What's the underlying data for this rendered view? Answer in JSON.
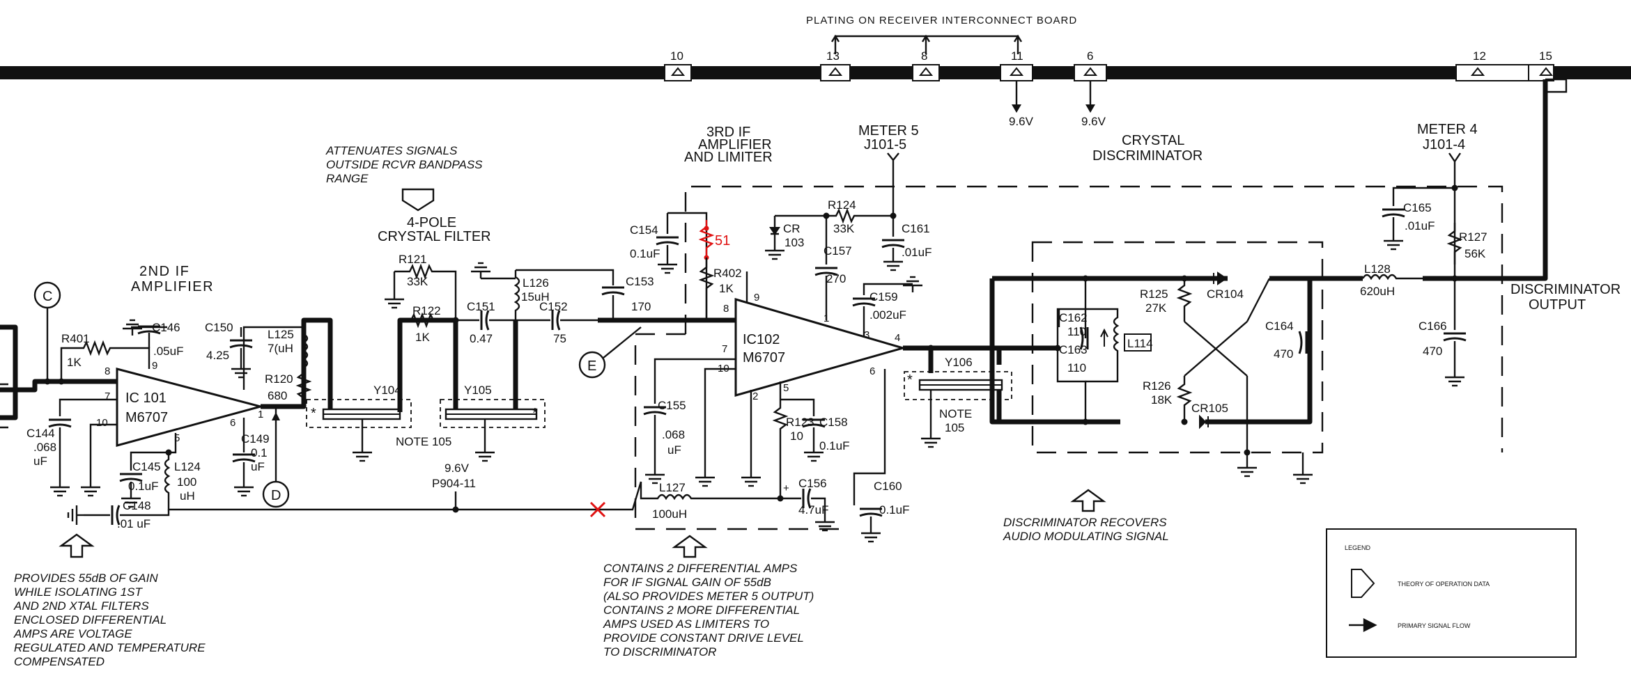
{
  "header": {
    "plating_note": "PLATING ON RECEIVER INTERCONNECT BOARD",
    "bus_pins": [
      "10",
      "13",
      "8",
      "11",
      "6",
      "12",
      "15"
    ],
    "voltage_a": "9.6V",
    "voltage_b": "9.6V"
  },
  "sections": {
    "second_if": [
      "2ND IF",
      "AMPLIFIER"
    ],
    "attenuates": [
      "ATTENUATES SIGNALS",
      "OUTSIDE RCVR BANDPASS",
      "RANGE"
    ],
    "crystal_filter": [
      "4-POLE",
      "CRYSTAL FILTER"
    ],
    "third_if": [
      "3RD IF",
      "AMPLIFIER",
      "AND LIMITER"
    ],
    "meter5": [
      "METER 5",
      "J101-5"
    ],
    "crystal_disc": [
      "CRYSTAL",
      "DISCRIMINATOR"
    ],
    "meter4": [
      "METER 4",
      "J101-4"
    ],
    "disc_output": [
      "DISCRIMINATOR",
      "OUTPUT"
    ]
  },
  "nodes": {
    "c": "C",
    "d": "D",
    "e": "E"
  },
  "ic101": {
    "ref": "IC 101",
    "part": "M6707",
    "pins": [
      "8",
      "9",
      "7",
      "10",
      "5",
      "6",
      "1"
    ]
  },
  "ic102": {
    "ref": "IC102",
    "part": "M6707",
    "pins": [
      "9",
      "8",
      "7",
      "10",
      "1",
      "3",
      "4",
      "2",
      "5",
      "6"
    ]
  },
  "components": {
    "r401": [
      "R401",
      "1K"
    ],
    "c146": [
      "C146",
      ".05uF"
    ],
    "c144": [
      "C144",
      ".068",
      "uF"
    ],
    "c145": [
      "C145",
      "0.1uF"
    ],
    "l124": [
      "L124",
      "100",
      "uH"
    ],
    "c148": [
      "C148",
      ".01 uF"
    ],
    "c150": [
      "C150",
      "4.25"
    ],
    "l125": [
      "L125",
      "7(uH"
    ],
    "r120": [
      "R120",
      "680"
    ],
    "c149": [
      "C149",
      "0.1",
      "uF"
    ],
    "y104": "Y104",
    "r121": [
      "R121",
      "33K"
    ],
    "r122": [
      "R122",
      "1K"
    ],
    "c151": [
      "C151",
      "0.47"
    ],
    "l126": [
      "L126",
      "15uH"
    ],
    "c152": [
      "C152",
      "75"
    ],
    "c153": [
      "C153",
      "170"
    ],
    "y105": "Y105",
    "note105a": "NOTE 105",
    "p904": [
      "9.6V",
      "P904-11"
    ],
    "c154": [
      "C154",
      "0.1uF"
    ],
    "red_resistor": "51",
    "r402": [
      "R402",
      "1K"
    ],
    "cr103": [
      "CR",
      "103"
    ],
    "r124": [
      "R124",
      "33K"
    ],
    "c157": [
      "C157",
      "270"
    ],
    "c161": [
      "C161",
      ".01uF"
    ],
    "c159": [
      "C159",
      ".002uF"
    ],
    "c155": [
      "C155",
      ".068",
      "uF"
    ],
    "r123": [
      "R123",
      "10"
    ],
    "c158": [
      "C158",
      "0.1uF"
    ],
    "l127": [
      "L127",
      "100uH"
    ],
    "c156": [
      "C156",
      "4.7uF"
    ],
    "c160": [
      "C160",
      "0.1uF"
    ],
    "y106": "Y106",
    "note105b": [
      "NOTE",
      "105"
    ],
    "c162": [
      "C162",
      "110"
    ],
    "c163": [
      "C163",
      "110"
    ],
    "l114": "L114",
    "r125": [
      "R125",
      "27K"
    ],
    "cr104": "CR104",
    "r126": [
      "R126",
      "18K"
    ],
    "cr105": "CR105",
    "c164": [
      "C164",
      "470"
    ],
    "l128": [
      "L128",
      "620uH"
    ],
    "c165": [
      "C165",
      ".01uF"
    ],
    "r127": [
      "R127",
      "56K"
    ],
    "c166": [
      "C166",
      "470"
    ]
  },
  "notes": {
    "provides": [
      "PROVIDES 55dB OF GAIN",
      "WHILE ISOLATING 1ST",
      "AND 2ND XTAL FILTERS",
      "ENCLOSED DIFFERENTIAL",
      "AMPS ARE VOLTAGE",
      "REGULATED AND TEMPERATURE",
      "COMPENSATED"
    ],
    "contains": [
      "CONTAINS 2 DIFFERENTIAL  AMPS",
      "FOR IF SIGNAL GAIN OF 55dB",
      "(ALSO PROVIDES METER 5 OUTPUT)",
      "CONTAINS 2 MORE DIFFERENTIAL",
      "AMPS USED AS LIMITERS TO",
      "PROVIDE CONSTANT DRIVE LEVEL",
      "TO DISCRIMINATOR"
    ],
    "discriminator": [
      "DISCRIMINATOR RECOVERS",
      "AUDIO MODULATING SIGNAL"
    ]
  },
  "legend": {
    "title": "LEGEND",
    "theory": "THEORY OF OPERATION DATA",
    "flow": "PRIMARY SIGNAL FLOW"
  },
  "colors": {
    "ink": "#111111",
    "highlight": "#e01010"
  }
}
